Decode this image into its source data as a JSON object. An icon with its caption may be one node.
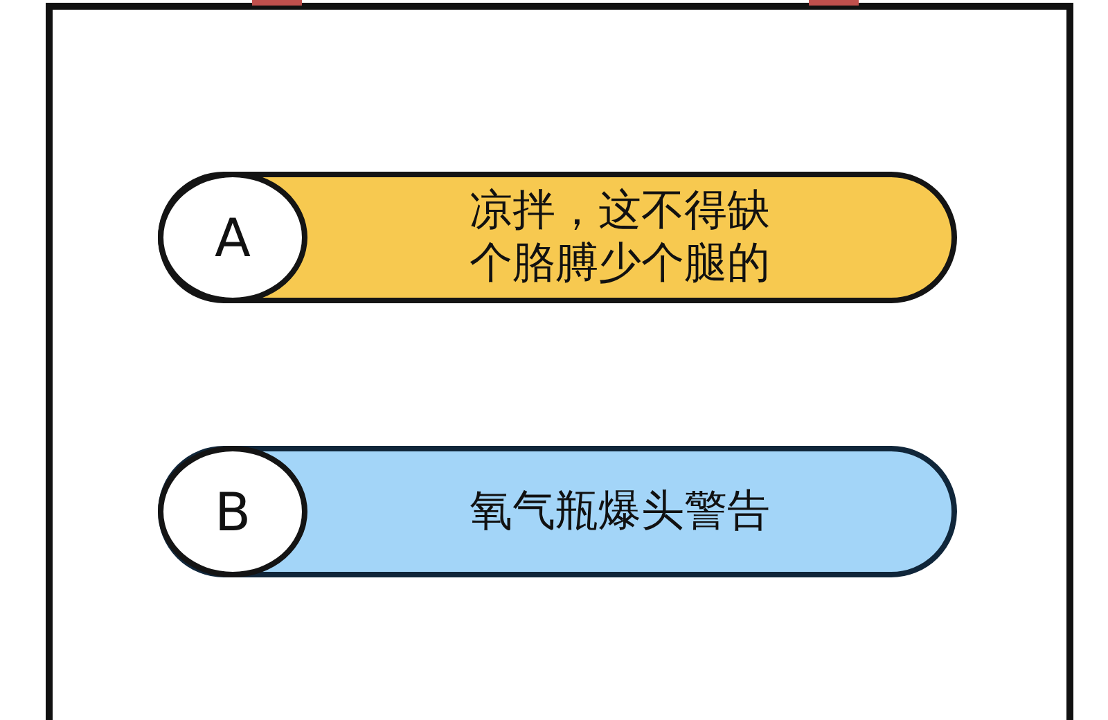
{
  "diagram": {
    "nodes": [
      {
        "text": [
          "凉拌，这不得缺个胳膊少个腿的"
        ]
      },
      {
        "text": [
          "A"
        ],
        "in": 0
      },
      {
        "text": [
          "氧气瓶爆头警告"
        ]
      },
      {
        "text": [
          "B"
        ],
        "in": 2
      }
    ]
  }
}
